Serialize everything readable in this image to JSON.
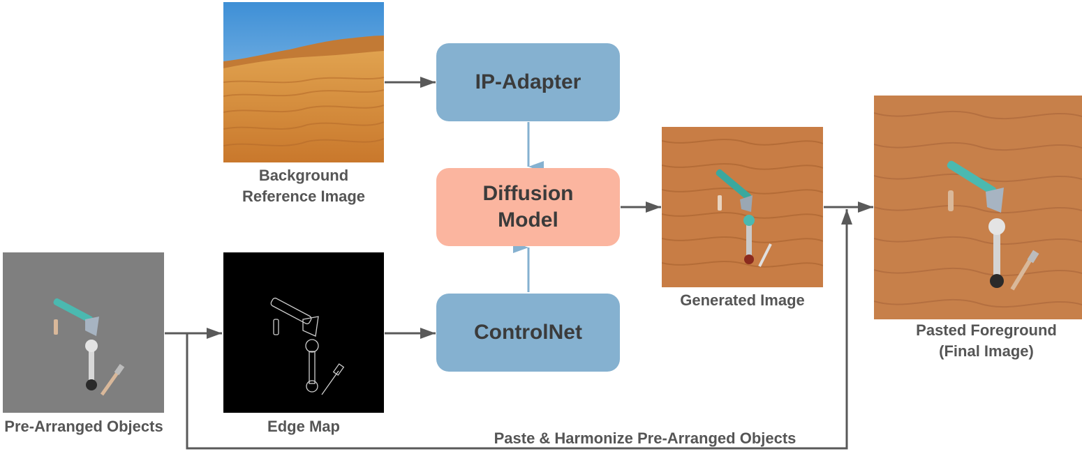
{
  "diagram": {
    "nodes": {
      "ip_adapter": "IP-Adapter",
      "diffusion_model": "Diffusion\nModel",
      "controlnet": "ControlNet"
    },
    "images": {
      "background_reference": "Background\nReference Image",
      "pre_arranged": "Pre-Arranged Objects",
      "edge_map": "Edge Map",
      "generated": "Generated Image",
      "final": "Pasted Foreground\n(Final Image)"
    },
    "bottom_edge_label": "Paste & Harmonize Pre-Arranged Objects"
  },
  "colors": {
    "node_blue": "#85b1d0",
    "node_salmon": "#fbb59f",
    "arrow_gray": "#595959",
    "arrow_blue": "#85b1d0",
    "sand": "#c87d45",
    "gray_backdrop": "#7f7f7f"
  }
}
